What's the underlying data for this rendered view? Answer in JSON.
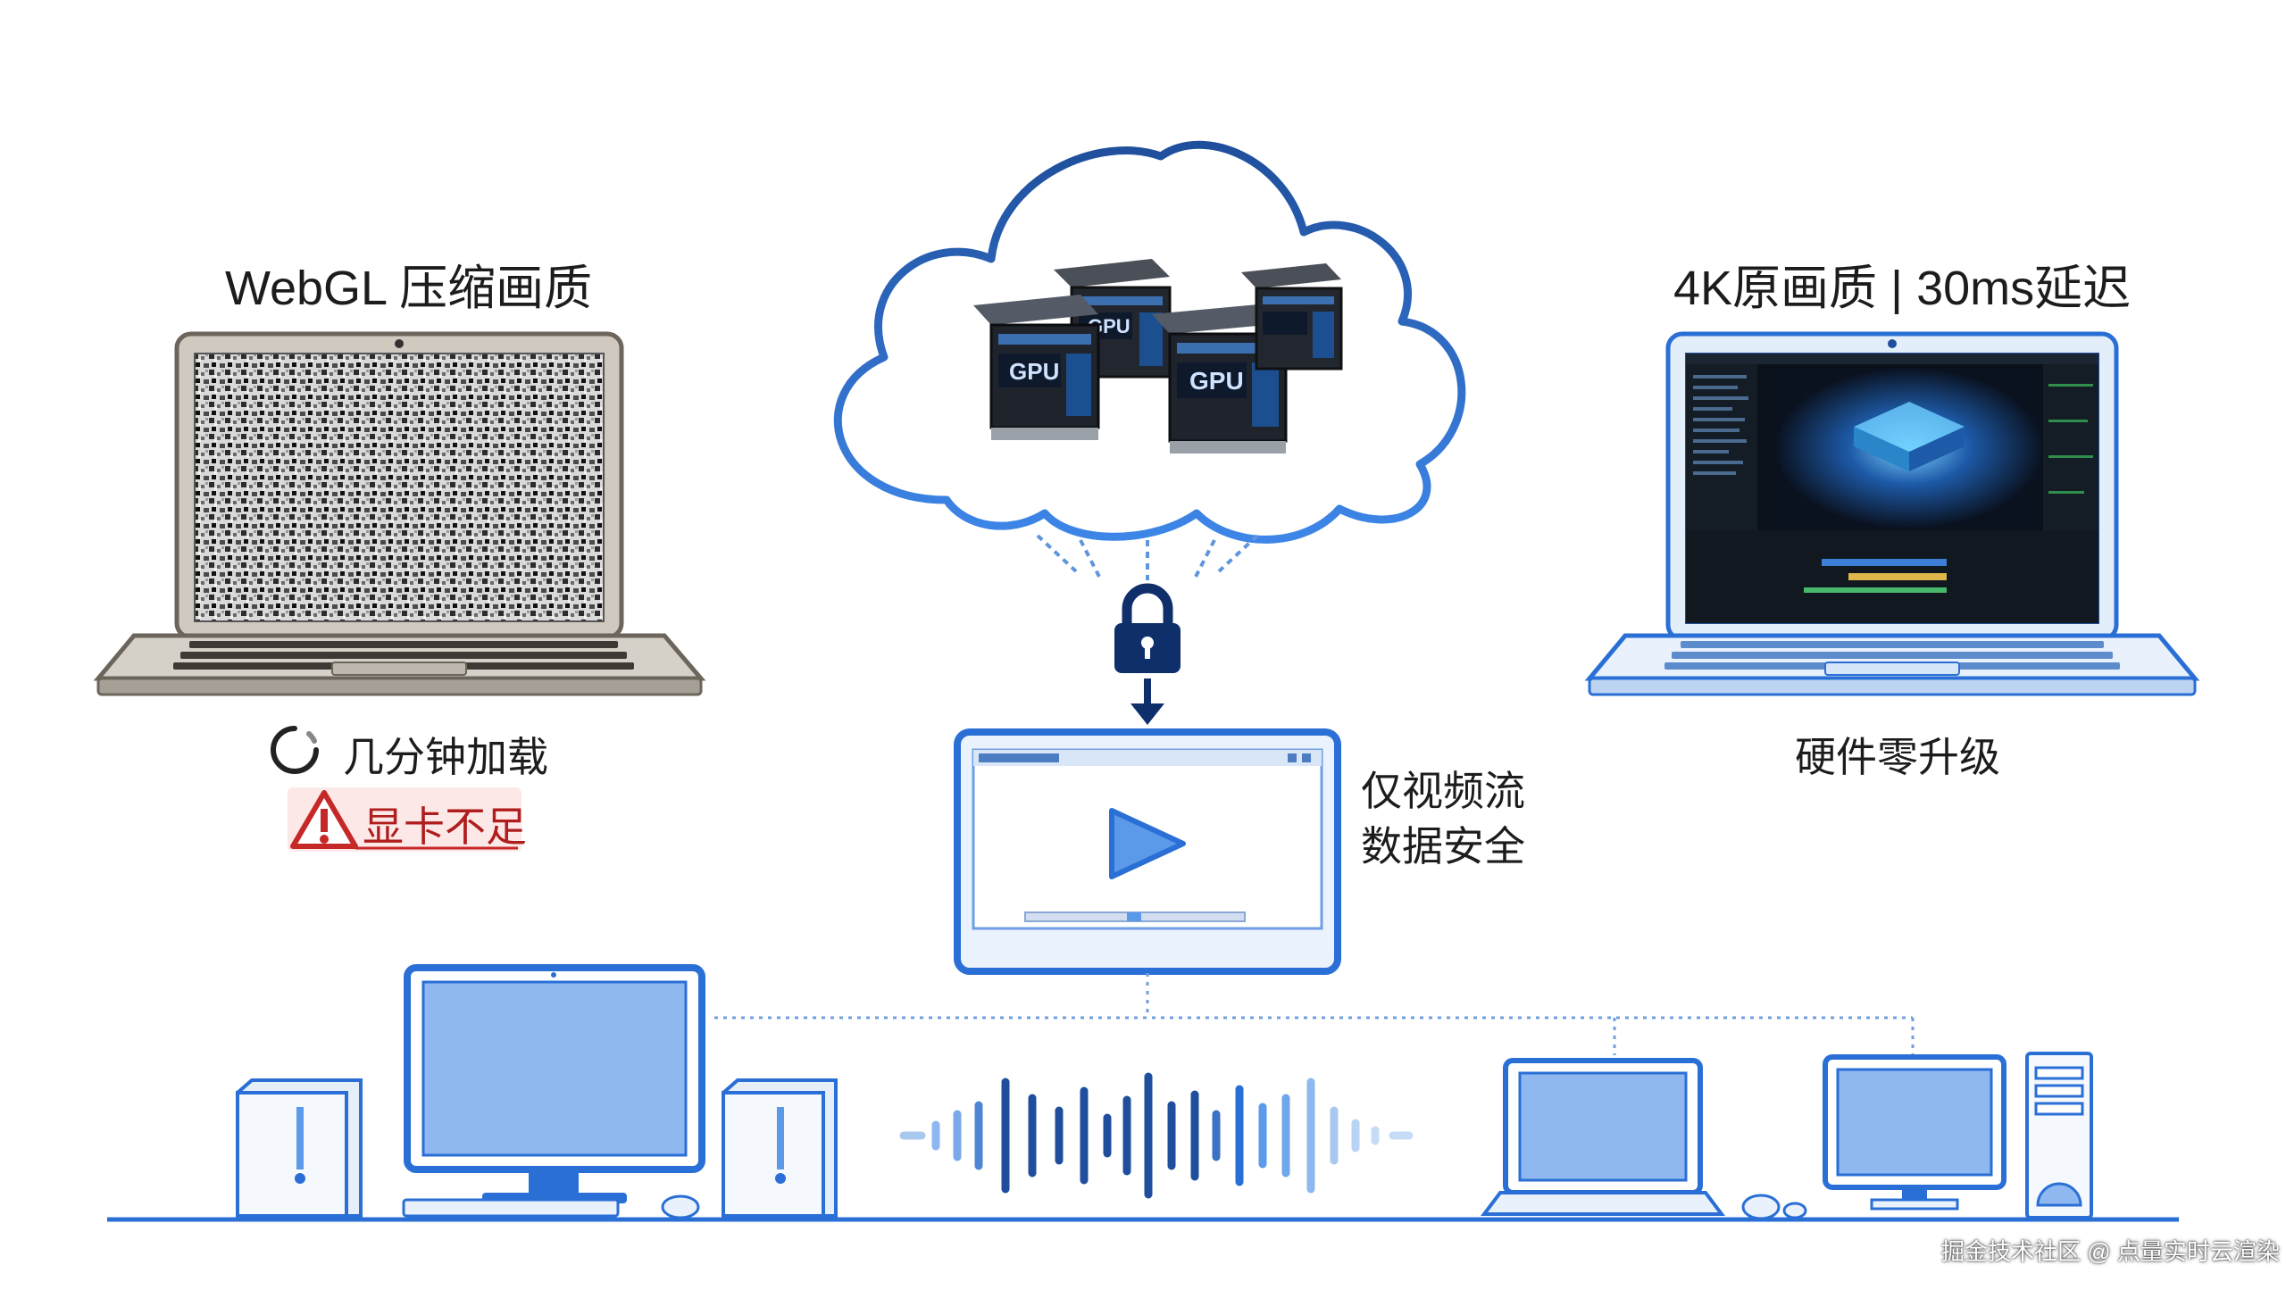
{
  "left_panel": {
    "title": "WebGL 压缩画质",
    "loading_text": "几分钟加载",
    "warning_text": "显卡不足"
  },
  "right_panel": {
    "title": "4K原画质 | 30ms延迟",
    "subtitle": "硬件零升级"
  },
  "center": {
    "stream_label_line1": "仅视频流",
    "stream_label_line2": "数据安全",
    "gpu_server_label": "GPU"
  },
  "watermark": "掘金技术社区 @ 点量实时云渲染",
  "colors": {
    "accent_blue": "#2a6fd6",
    "deep_blue": "#1f4f9c",
    "navy": "#0f2f6b",
    "light_blue": "#8fb8f0",
    "warning_red": "#c62828",
    "laptop_grey": "#8b857c"
  }
}
